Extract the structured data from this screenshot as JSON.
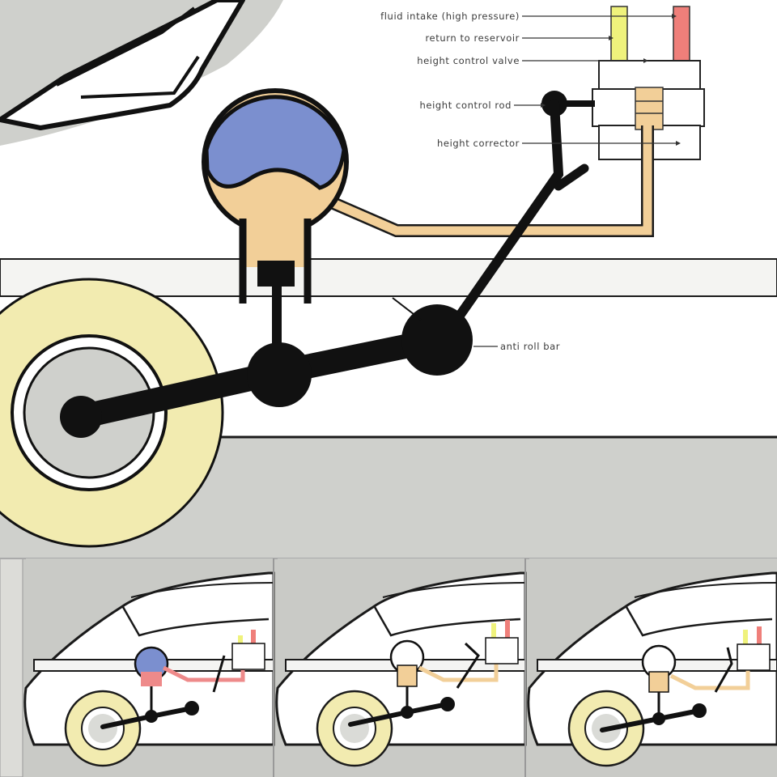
{
  "labels": {
    "fluid_intake": "fluid intake (high pressure)",
    "return_reservoir": "return to reservoir",
    "height_valve": "height control valve",
    "height_rod": "height control rod",
    "height_corrector": "height corrector",
    "anti_roll_bar": "anti roll bar"
  },
  "colors": {
    "background_gray": "#cfd0cc",
    "body_white": "#ffffff",
    "sphere_gas": "#7b8fcf",
    "fluid": "#f2cf98",
    "fluid_pressure_pink": "#ee8a8a",
    "fluid_intake_pink": "#ef7f7a",
    "return_yellow": "#eff27c",
    "tyre": "#f2ebb0",
    "hub_gray": "#cfd0cc",
    "linkage": "#141414"
  },
  "panels": [
    {
      "state": "raised",
      "sphere_gas": "blue",
      "fluid": "pink"
    },
    {
      "state": "normal",
      "sphere_gas": "white",
      "fluid": "tan"
    },
    {
      "state": "lowered",
      "sphere_gas": "white",
      "fluid": "tan"
    }
  ]
}
